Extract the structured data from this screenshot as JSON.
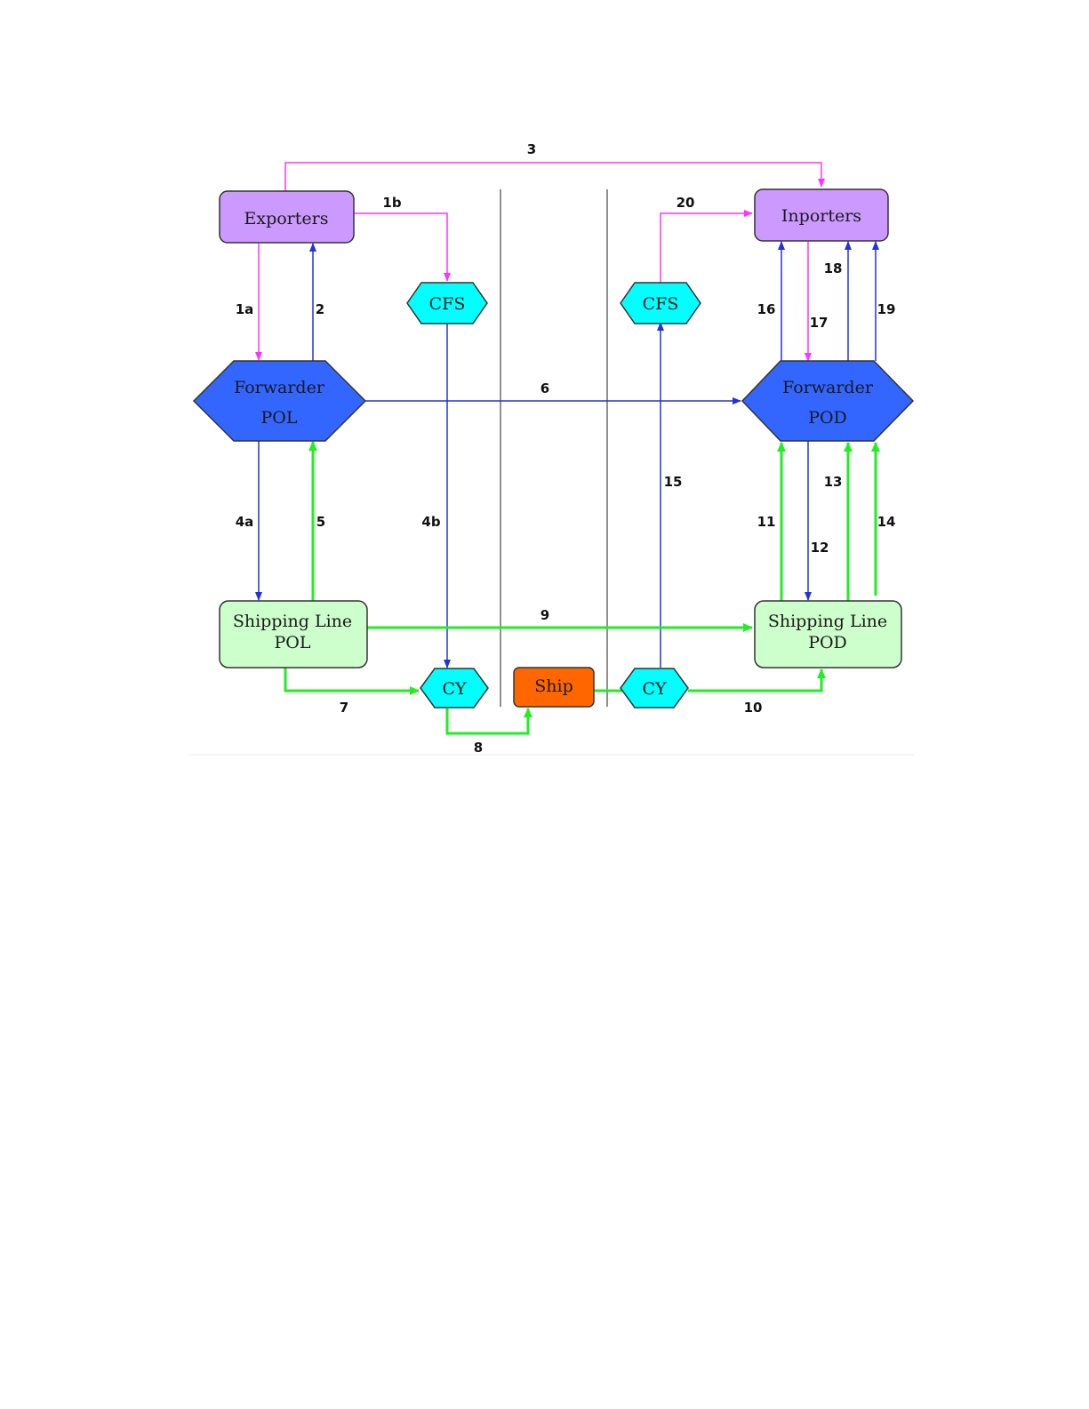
{
  "colors": {
    "magenta_flow": "#ff33ff",
    "blue_flow": "#2233dd",
    "green_flow": "#22ee22",
    "exporter_fill": "#cc99ff",
    "forwarder_fill": "#3366ff",
    "shipping_fill": "#ccffcc",
    "hub_fill": "#00ffff",
    "ship_fill": "#ff6600",
    "node_stroke": "#333333"
  },
  "nodes": {
    "exporters": "Exporters",
    "importers": "Inporters",
    "forwarder_pol": {
      "line1": "Forwarder",
      "line2": "POL"
    },
    "forwarder_pod": {
      "line1": "Forwarder",
      "line2": "POD"
    },
    "shipping_pol": {
      "line1": "Shipping Line",
      "line2": "POL"
    },
    "shipping_pod": {
      "line1": "Shipping Line",
      "line2": "POD"
    },
    "cfs_left": "CFS",
    "cfs_right": "CFS",
    "cy_left": "CY",
    "cy_right": "CY",
    "ship": "Ship"
  },
  "edges": {
    "e1a": "1a",
    "e1b": "1b",
    "e2": "2",
    "e3": "3",
    "e4a": "4a",
    "e4b": "4b",
    "e5": "5",
    "e6": "6",
    "e7": "7",
    "e8": "8",
    "e9": "9",
    "e10": "10",
    "e11": "11",
    "e12": "12",
    "e13": "13",
    "e14": "14",
    "e15": "15",
    "e16": "16",
    "e17": "17",
    "e18": "18",
    "e19": "19",
    "e20": "20"
  }
}
